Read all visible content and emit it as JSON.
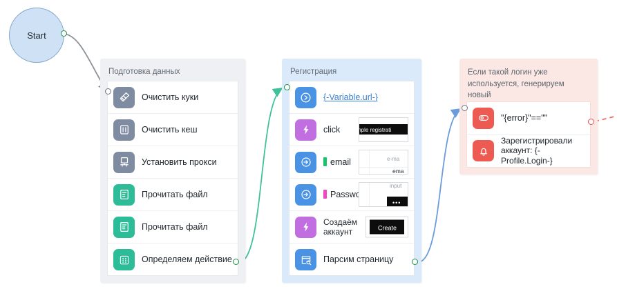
{
  "start": {
    "label": "Start"
  },
  "groups": [
    {
      "id": "prep",
      "title": "Подготовка данных",
      "rows": [
        {
          "icon": "broom-icon",
          "color": "grey",
          "label": "Очистить куки"
        },
        {
          "icon": "trash-icon",
          "color": "grey",
          "label": "Очистить кеш"
        },
        {
          "icon": "monitor-network-icon",
          "color": "grey",
          "label": "Установить прокси"
        },
        {
          "icon": "file-read-icon",
          "color": "green",
          "label": "Прочитать файл"
        },
        {
          "icon": "file-read-icon",
          "color": "green",
          "label": "Прочитать файл"
        },
        {
          "icon": "grid-dots-icon",
          "color": "green",
          "label": "Определяем действие"
        }
      ]
    },
    {
      "id": "registration",
      "title": "Регистрация",
      "rows": [
        {
          "icon": "navigate-icon",
          "color": "blue",
          "label": "{-Variable.url-}",
          "link": true
        },
        {
          "icon": "lightning-icon",
          "color": "purple",
          "label": "click",
          "thumb": {
            "type": "dark-bar",
            "text": "mple registrati"
          }
        },
        {
          "icon": "login-arrow-icon",
          "color": "blue",
          "label": "email",
          "tag": "green",
          "thumb": {
            "type": "form-light",
            "placeholder": "e-ma",
            "value": "ema"
          }
        },
        {
          "icon": "login-arrow-icon",
          "color": "blue",
          "label": "Password",
          "tag": "pink",
          "thumb": {
            "type": "form-dark",
            "placeholder": "input",
            "value": "•••"
          }
        },
        {
          "icon": "lightning-icon",
          "color": "purple",
          "label": "Создаём аккаунт",
          "two_line": true,
          "thumb": {
            "type": "button",
            "text": "Create"
          }
        },
        {
          "icon": "parse-page-icon",
          "color": "blue",
          "label": "Парсим страницу"
        }
      ]
    },
    {
      "id": "login-exists",
      "title": "",
      "note": "Если такой логин уже используется, генерируем новый",
      "rows": [
        {
          "icon": "toggle-icon",
          "color": "red",
          "label": "\"{error}\"==\"\""
        },
        {
          "icon": "bell-icon",
          "color": "red",
          "label": "Зарегистрировали аккаунт: {-Profile.Login-}",
          "two_line": true
        }
      ]
    }
  ],
  "edges": [
    {
      "name": "start-to-prep",
      "color": "#8d9299",
      "style": "solid"
    },
    {
      "name": "prep-to-registration",
      "color": "#3fc29a",
      "style": "solid"
    },
    {
      "name": "registration-to-error",
      "color": "#6b9bdc",
      "style": "solid"
    },
    {
      "name": "error-branch-out",
      "color": "#ef6a62",
      "style": "dashed"
    }
  ],
  "colors": {
    "grey_panel": "#eef0f3",
    "blue_panel": "#dbeafa",
    "pink_panel": "#fbe8e5",
    "accent_green": "#2cbc97",
    "accent_blue": "#4a92e4",
    "accent_purple": "#c16fe0",
    "accent_red": "#ed5a52",
    "accent_grey": "#7f8ba1"
  }
}
